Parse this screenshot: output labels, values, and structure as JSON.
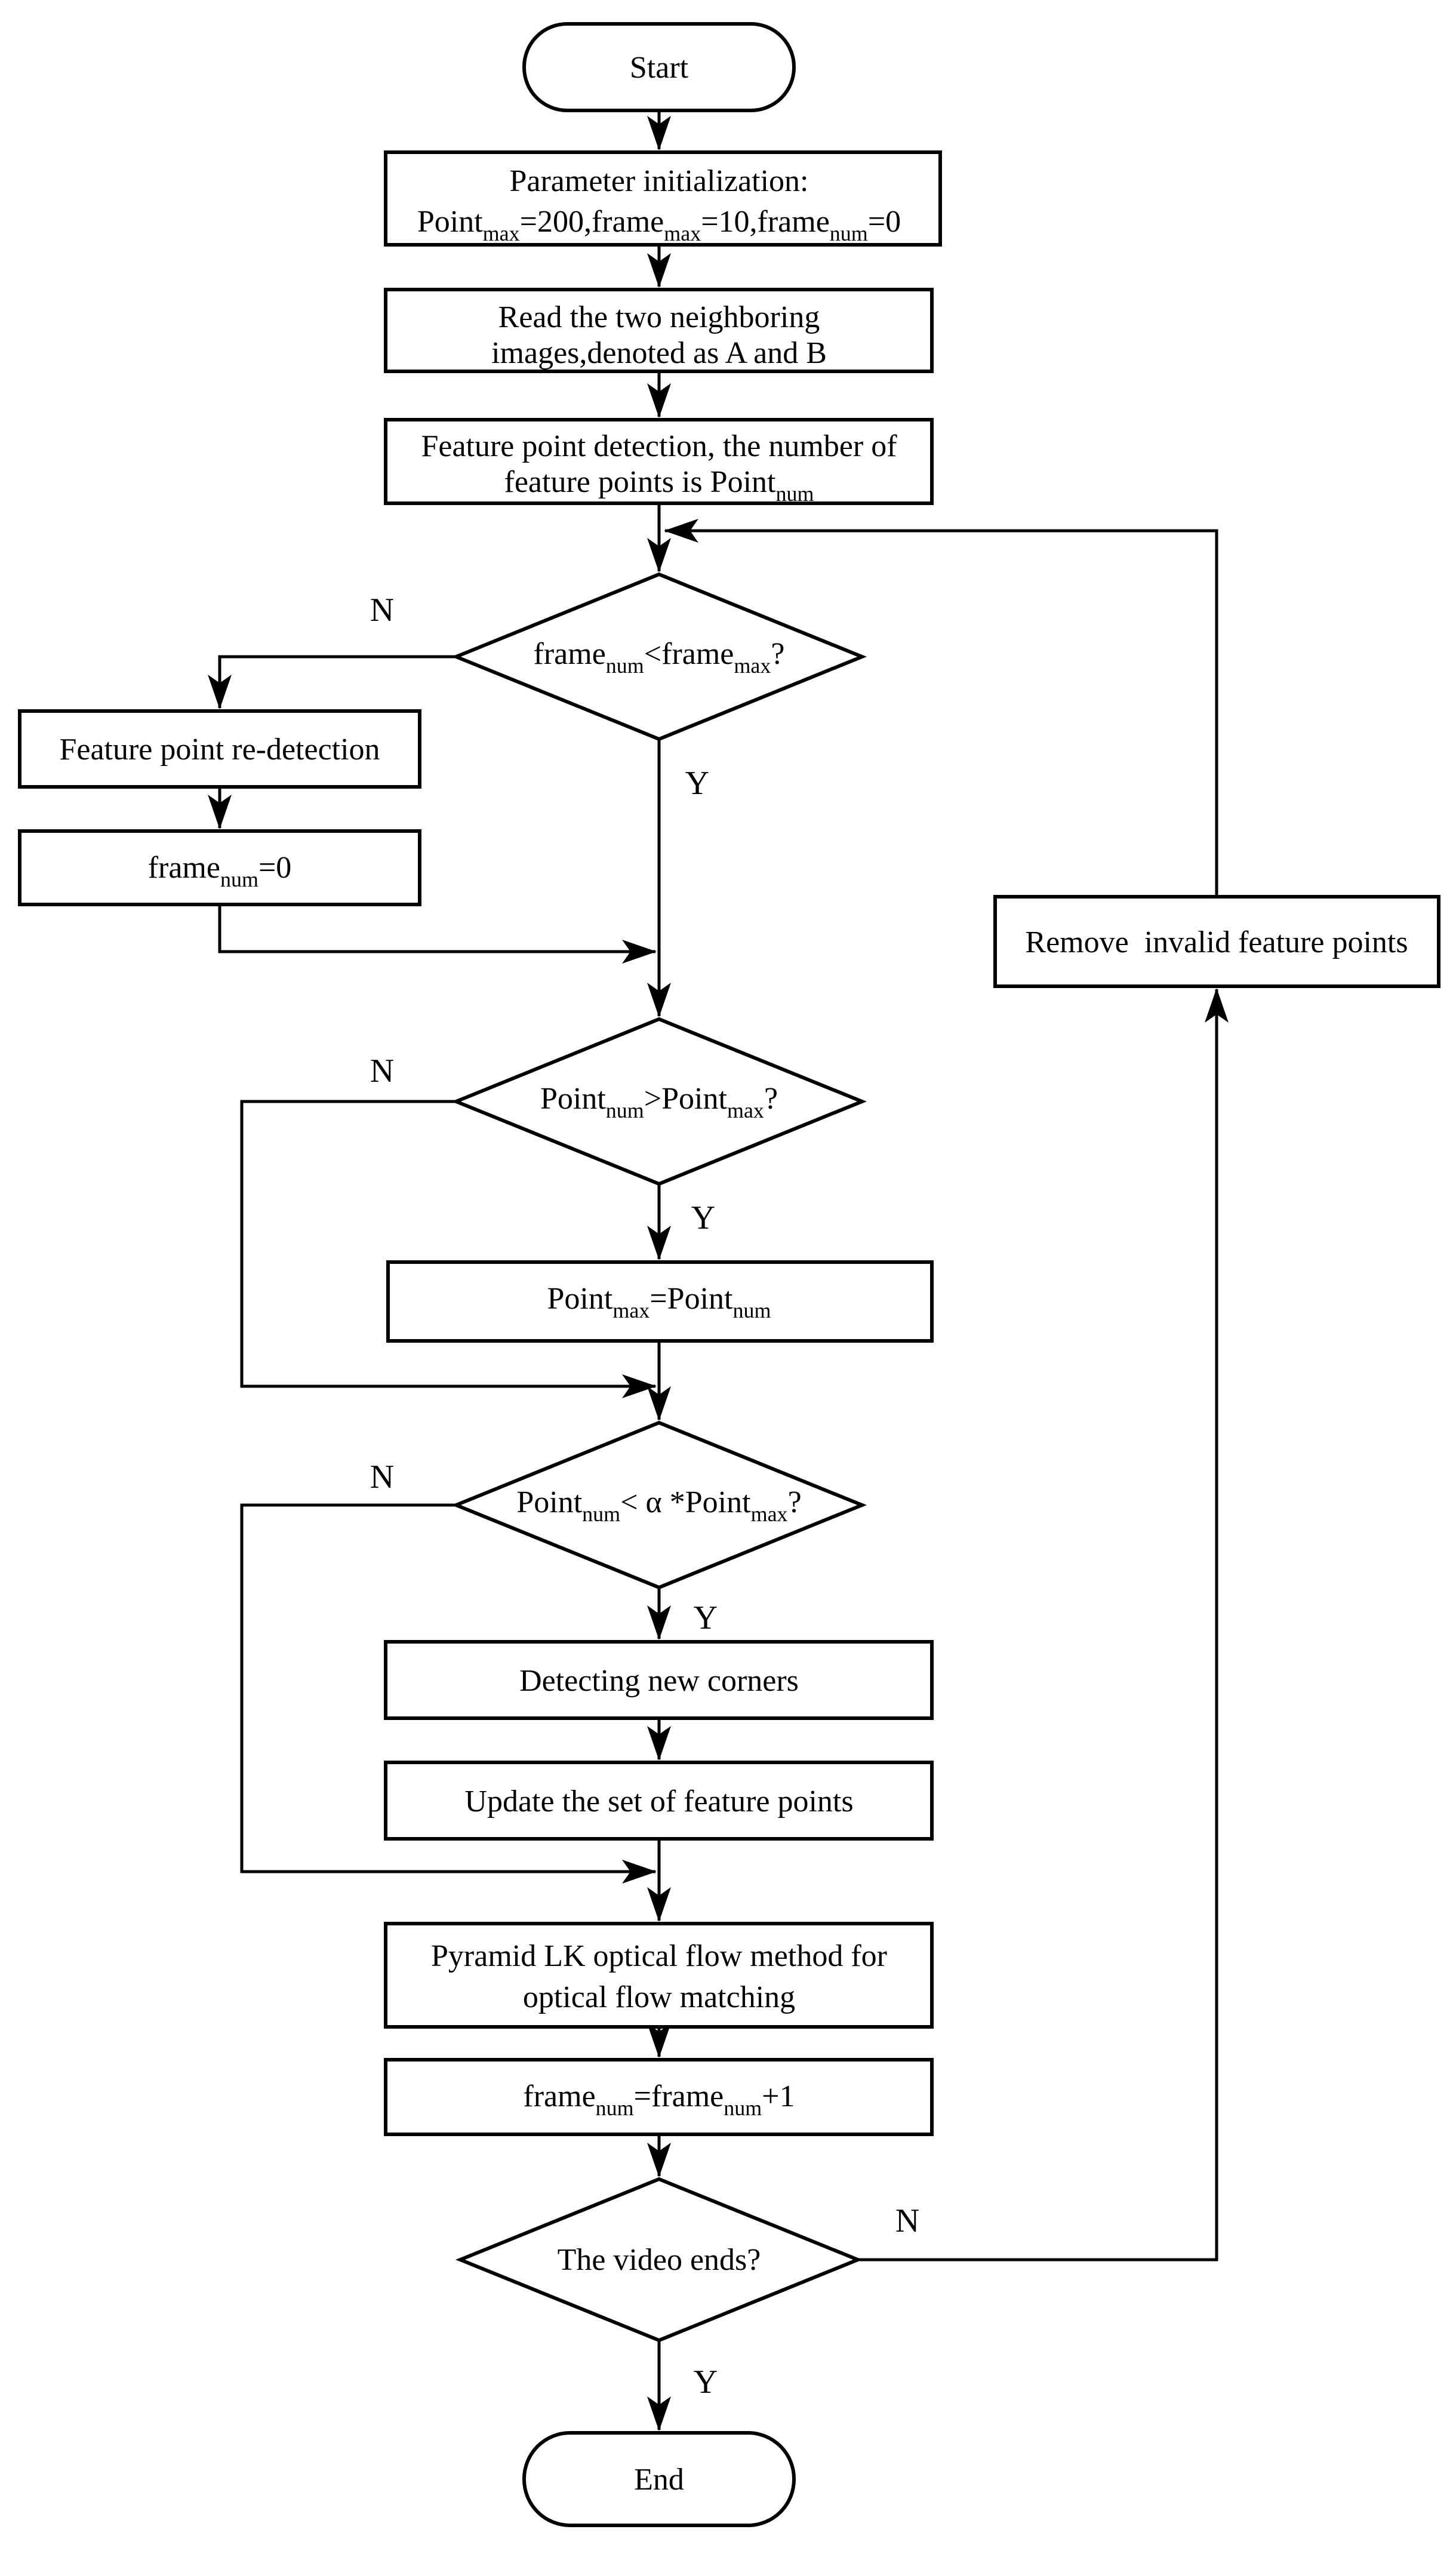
{
  "diagram": {
    "background": "#ffffff",
    "stroke_color": "#000000",
    "nodes": {
      "start": {
        "label": "Start"
      },
      "init": {
        "line1": "Parameter initialization:",
        "line2": "Point~max~=200,frame~max~=10,frame~num~=0"
      },
      "read": {
        "line1": "Read the two neighboring",
        "line2": "images,denoted as A and B"
      },
      "detect": {
        "line1": "Feature point detection, the number of",
        "line2": "feature points is Point~num~"
      },
      "frame_decision": {
        "label": "frame~num~<frame~max~?"
      },
      "redetect": {
        "label": "Feature point re-detection"
      },
      "frame_reset": {
        "label": "frame~num~=0"
      },
      "remove_invalid": {
        "label": "Remove  invalid feature points"
      },
      "point_decision": {
        "label": "Point~num~>Point~max~?"
      },
      "point_max_update": {
        "label": "Point~max~=Point~num~"
      },
      "alpha_decision": {
        "label": "Point~num~< α *Point~max~?"
      },
      "detect_corners": {
        "label": "Detecting new corners"
      },
      "update_points": {
        "label": "Update the set of feature points"
      },
      "lk_flow": {
        "line1": "Pyramid LK optical flow method for",
        "line2": "optical flow matching"
      },
      "frame_increment": {
        "label": "frame~num~=frame~num~+1"
      },
      "video_decision": {
        "label": "The video ends?"
      },
      "end": {
        "label": "End"
      }
    },
    "branch_labels": {
      "frame_no": "N",
      "frame_yes": "Y",
      "point_no": "N",
      "point_yes": "Y",
      "alpha_no": "N",
      "alpha_yes": "Y",
      "video_no": "N",
      "video_yes": "Y"
    }
  }
}
